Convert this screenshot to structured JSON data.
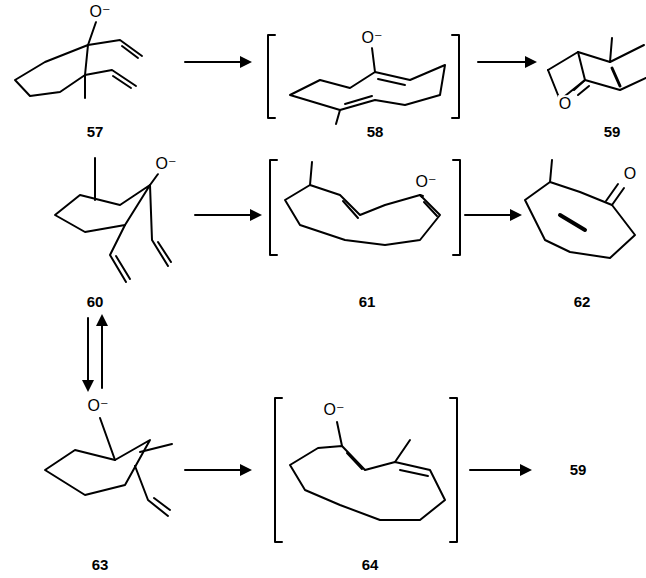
{
  "diagram": {
    "labels": [
      "O⁻",
      "57",
      "O⁻",
      "58",
      "O",
      "59",
      "O⁻",
      "60",
      "O⁻",
      "61",
      "O",
      "62",
      "O⁻",
      "63",
      "O⁻",
      "64",
      "59"
    ]
  }
}
